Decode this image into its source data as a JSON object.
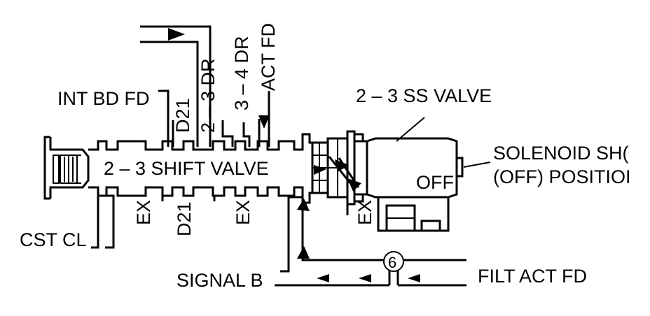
{
  "labels": {
    "int_bd_fd": "INT BD FD",
    "d21_upper": "D21",
    "dr_2_3": "2 – 3 DR",
    "dr_3_4": "3 – 4 DR",
    "act_fd": "ACT FD",
    "ss_valve": "2 – 3 SS VALVE",
    "solenoid_line1": "SOLENOID SH(",
    "solenoid_line2": "(OFF) POSITIOI",
    "shift_valve": "2 – 3 SHIFT VALVE",
    "off": "OFF",
    "ex_1": "EX",
    "d21_lower": "D21",
    "ex_2": "EX",
    "ex_3": "EX",
    "cst_cl": "CST CL",
    "orifice_number": "6",
    "signal_b": "SIGNAL B",
    "filt_act_fd": "FILT ACT FD"
  },
  "colors": {
    "ink": "#000000",
    "paper": "#ffffff"
  }
}
